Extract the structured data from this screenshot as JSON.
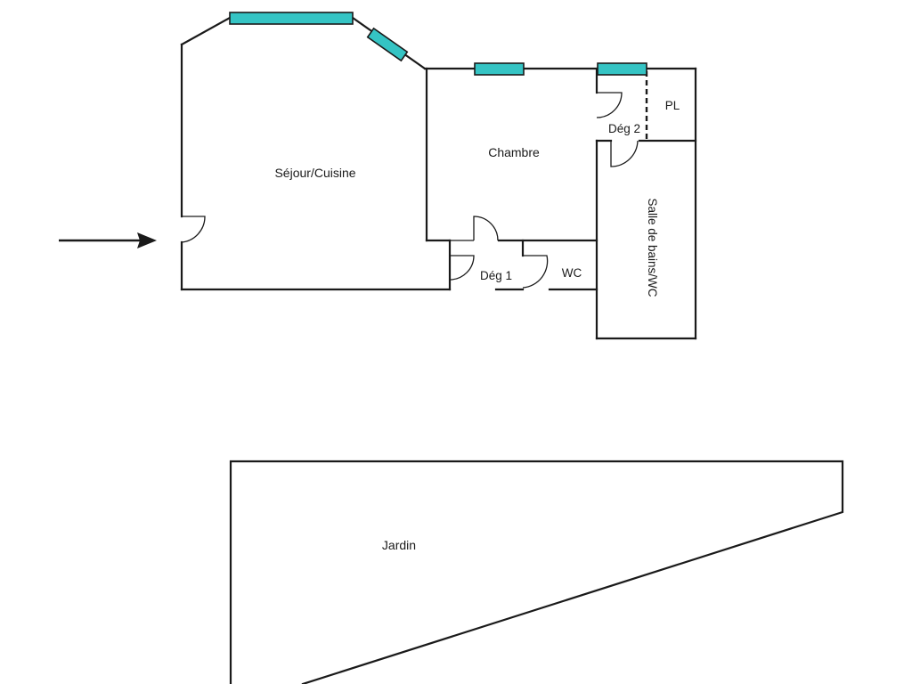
{
  "plan": {
    "rooms": [
      {
        "id": "sejour",
        "label": "Séjour/Cuisine"
      },
      {
        "id": "chambre",
        "label": "Chambre"
      },
      {
        "id": "deg1",
        "label": "Dég 1"
      },
      {
        "id": "wc",
        "label": "WC"
      },
      {
        "id": "deg2",
        "label": "Dég 2"
      },
      {
        "id": "pl",
        "label": "PL"
      },
      {
        "id": "sdb",
        "label": "Salle de bains/WC"
      },
      {
        "id": "jardin",
        "label": "Jardin"
      }
    ],
    "entrance_marker": "entrance-arrow",
    "window_color": "#35c4c4",
    "wall_color": "#1a1a1a"
  }
}
